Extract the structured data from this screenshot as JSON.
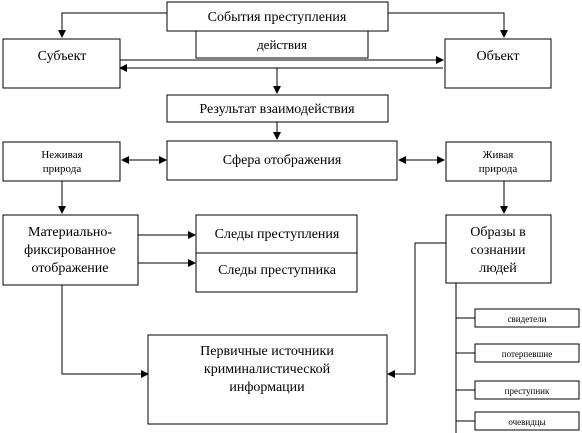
{
  "nodes": {
    "events": "События преступления",
    "actions": "действия",
    "subject": "Субъект",
    "object": "Объект",
    "result": "Результат взаимодействия",
    "inanimate_line1": "Неживая",
    "inanimate_line2": "природа",
    "reflection_sphere": "Сфера отображения",
    "living_line1": "Живая",
    "living_line2": "природа",
    "material_line1": "Материально-",
    "material_line2": "фиксированное",
    "material_line3": "отображение",
    "crime_traces": "Следы преступления",
    "criminal_traces": "Следы преступника",
    "images_line1": "Образы в",
    "images_line2": "сознании",
    "images_line3": "людей",
    "primary_line1": "Первичные источники",
    "primary_line2": "криминалистической",
    "primary_line3": "информации",
    "witness": "свидетели",
    "victim": "потерпевшие",
    "criminal": "преступник",
    "eyewitnesses": "очевидцы"
  }
}
